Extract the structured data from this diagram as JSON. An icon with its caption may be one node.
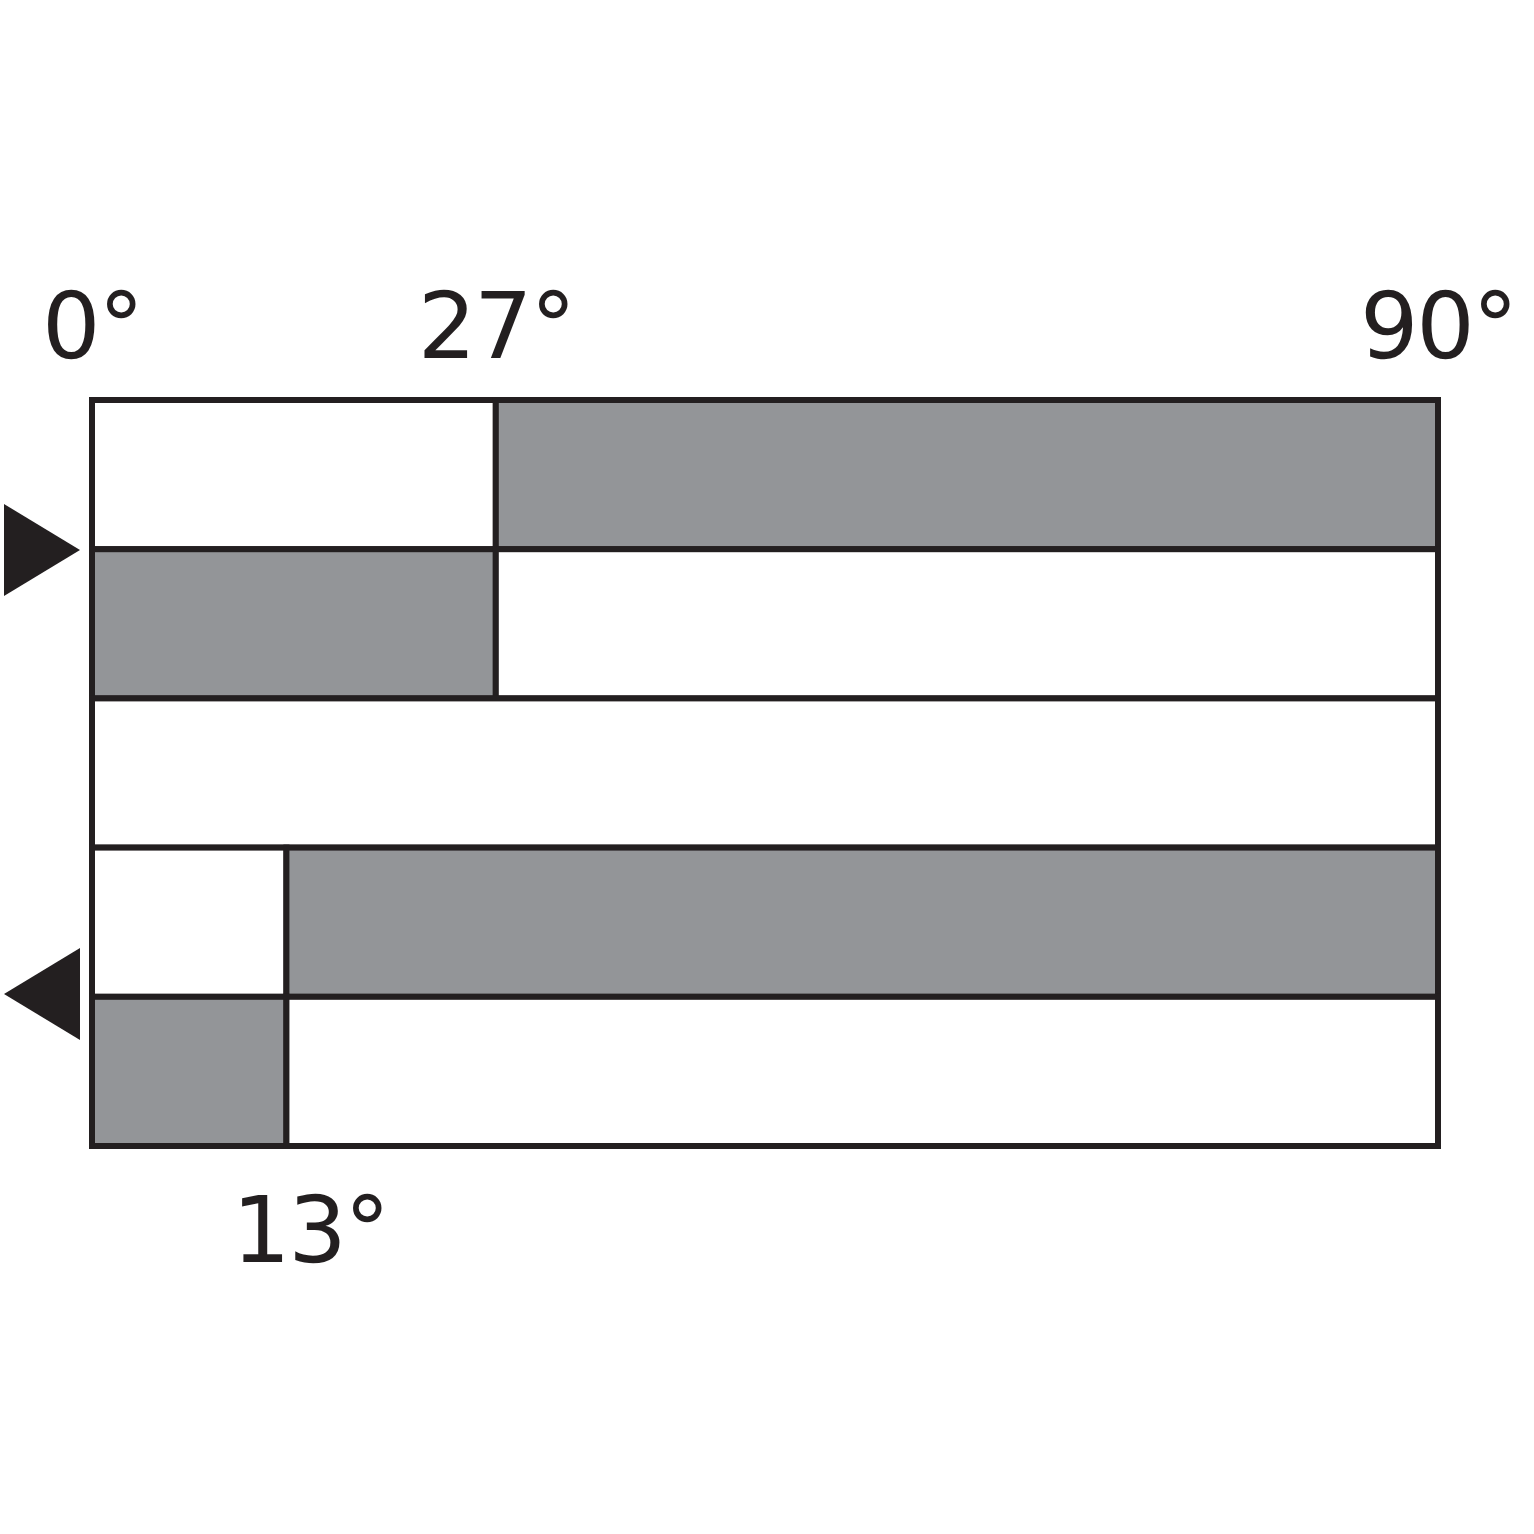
{
  "diagram": {
    "chart_data": {
      "type": "bar",
      "orientation": "horizontal",
      "stacked": true,
      "xlim": [
        0,
        90
      ],
      "xticks": [
        {
          "value": 0,
          "label": "0°"
        },
        {
          "value": 27,
          "label": "27°"
        },
        {
          "value": 90,
          "label": "90°"
        }
      ],
      "annotations": [
        "13°"
      ],
      "series": [
        {
          "color": "#ffffff",
          "values": [
            27,
            0,
            90,
            13,
            0
          ]
        },
        {
          "color": "#939598",
          "values": [
            63,
            27,
            0,
            77,
            13
          ]
        },
        {
          "color": "#ffffff",
          "values": [
            0,
            63,
            0,
            0,
            77
          ]
        }
      ]
    }
  }
}
